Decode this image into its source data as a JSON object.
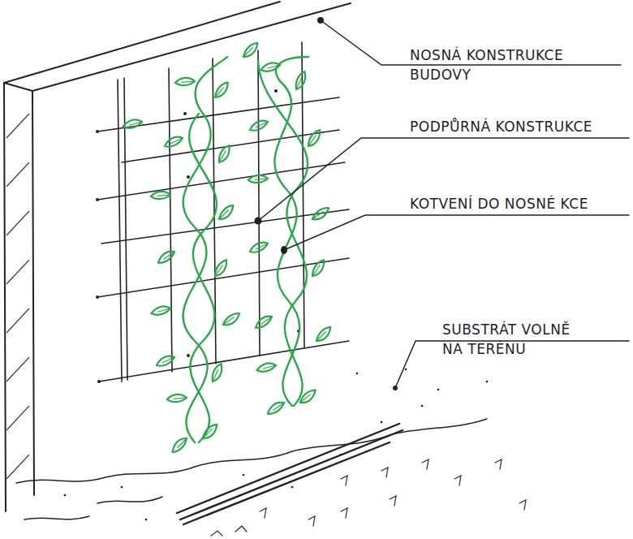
{
  "diagram": {
    "labels": [
      "NOSNÁ KONSTRUKCE BUDOVY",
      "PODPŮRNÁ KONSTRUKCE",
      "KOTVENÍ DO NOSNÉ KCE",
      "SUBSTRÁT VOLNĚ NA TERÉNU"
    ]
  }
}
